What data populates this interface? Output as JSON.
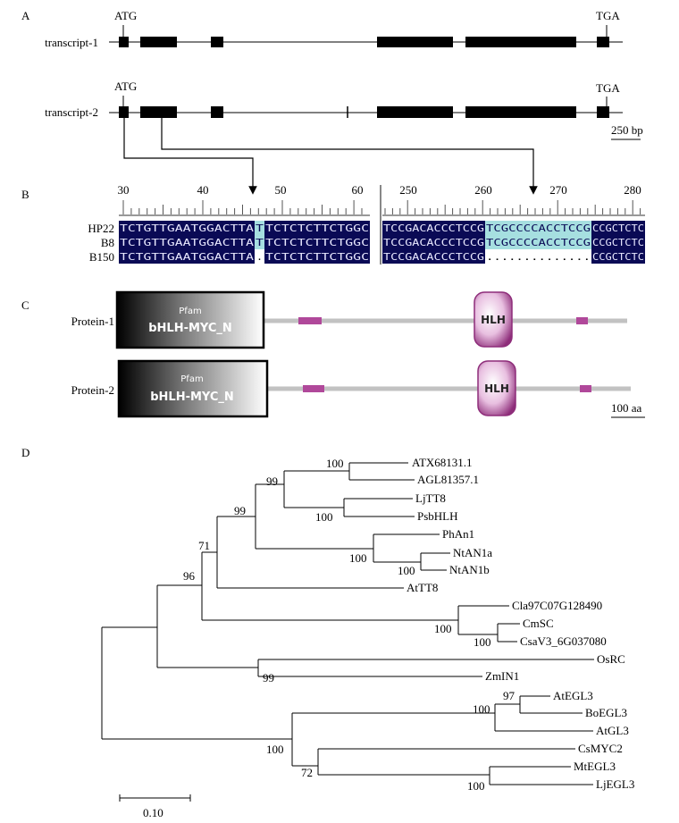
{
  "panel_a": {
    "label": "A",
    "transcripts": [
      {
        "name": "transcript-1",
        "start_codon": "ATG",
        "stop_codon": "TGA"
      },
      {
        "name": "transcript-2",
        "start_codon": "ATG",
        "stop_codon": "TGA"
      }
    ],
    "scale_bar": "250 bp"
  },
  "panel_b": {
    "label": "B",
    "left_ticks": [
      "30",
      "40",
      "50",
      "60"
    ],
    "right_ticks": [
      "250",
      "260",
      "270",
      "280"
    ],
    "rows": [
      {
        "name": "HP22",
        "left_seq_1": "TCTGTTGAATGGACTTA",
        "left_ins": "T",
        "left_seq_2": "TCTCTCTTCTGGC",
        "right_seq_1": "TCCGACACCCTCCG",
        "right_ins": "TCGCCCCACCTCCG",
        "right_seq_2": "CCGCTCTC"
      },
      {
        "name": "B8",
        "left_seq_1": "TCTGTTGAATGGACTTA",
        "left_ins": "T",
        "left_seq_2": "TCTCTCTTCTGGC",
        "right_seq_1": "TCCGACACCCTCCG",
        "right_ins": "TCGCCCCACCTCCG",
        "right_seq_2": "CCGCTCTC"
      },
      {
        "name": "B150",
        "left_seq_1": "TCTGTTGAATGGACTTA",
        "left_ins": ".",
        "left_seq_2": "TCTCTCTTCTGGC",
        "right_seq_1": "TCCGACACCCTCCG",
        "right_ins": "..............",
        "right_seq_2": "CCGCTCTC"
      }
    ]
  },
  "panel_c": {
    "label": "C",
    "proteins": [
      {
        "name": "Protein-1",
        "domain_source": "Pfam",
        "domain_name": "bHLH-MYC_N",
        "motif": "HLH"
      },
      {
        "name": "Protein-2",
        "domain_source": "Pfam",
        "domain_name": "bHLH-MYC_N",
        "motif": "HLH"
      }
    ],
    "scale_bar": "100 aa"
  },
  "panel_d": {
    "label": "D",
    "taxa": [
      "ATX68131.1",
      "AGL81357.1",
      "LjTT8",
      "PsbHLH",
      "PhAn1",
      "NtAN1a",
      "NtAN1b",
      "AtTT8",
      "Cla97C07G128490",
      "CmSC",
      "CsaV3_6G037080",
      "OsRC",
      "ZmIN1",
      "AtEGL3",
      "BoEGL3",
      "AtGL3",
      "CsMYC2",
      "MtEGL3",
      "LjEGL3"
    ],
    "bootstrap": [
      "100",
      "99",
      "100",
      "99",
      "100",
      "100",
      "71",
      "96",
      "100",
      "100",
      "99",
      "97",
      "100",
      "72",
      "100",
      "100"
    ],
    "scale_bar": "0.10"
  },
  "colors": {
    "seq_background": "#0a0a55",
    "insertion_highlight": "#a6dfe0",
    "motif_magenta": "#b0489a",
    "protein_line": "#c2c2c2"
  }
}
